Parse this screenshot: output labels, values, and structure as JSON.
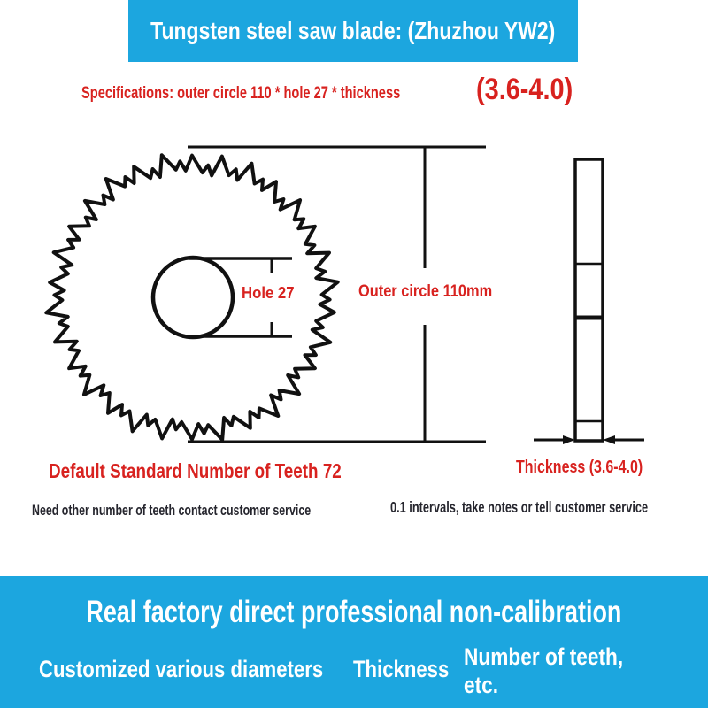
{
  "header": {
    "title": "Tungsten steel saw blade: (Zhuzhou YW2)"
  },
  "specs": {
    "line": "Specifications: outer circle 110 * hole 27 * thickness",
    "range": "(3.6-4.0)"
  },
  "diagram": {
    "hole_label": "Hole 27",
    "outer_label": "Outer circle 110mm",
    "thickness_label": "Thickness (3.6-4.0)",
    "teeth_note": "Default Standard Number of Teeth 72",
    "teeth_subnote": "Need other number of teeth contact customer service",
    "thickness_subnote": "0.1 intervals, take notes or tell customer service"
  },
  "footer": {
    "headline": "Real factory direct professional non-calibration",
    "items": [
      "Customized various diameters",
      "Thickness",
      "Number of teeth, etc."
    ]
  },
  "colors": {
    "accent_blue": "#1ca6df",
    "accent_red": "#d8221f",
    "line_black": "#111111",
    "text_dark": "#26262e"
  }
}
